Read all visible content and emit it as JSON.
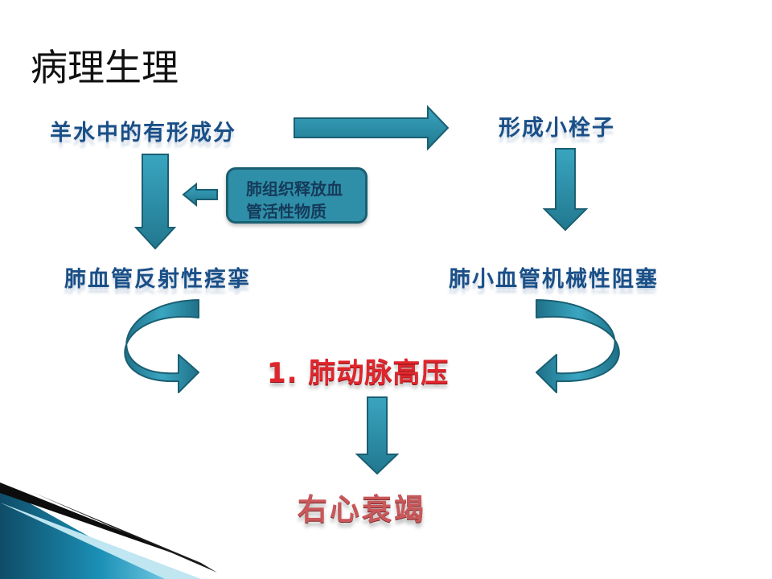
{
  "title": "病理生理",
  "nodes": {
    "amniotic_components": "羊水中的有形成分",
    "small_emboli": "形成小栓子",
    "reflex_spasm": "肺血管反射性痉挛",
    "mechanical_obstruction": "肺小血管机械性阻塞",
    "pulmonary_hypertension": "1. 肺动脉高压",
    "right_heart_failure": "右心衰竭"
  },
  "vasoactive_box": {
    "line1": "肺组织释放血",
    "line2": "管活性物质"
  },
  "colors": {
    "arrow_fill": "#2f8fa8",
    "arrow_stroke": "#1a5f72",
    "node_text": "#1a4f87",
    "accent_red": "#e0262d",
    "title_text": "#111111"
  }
}
